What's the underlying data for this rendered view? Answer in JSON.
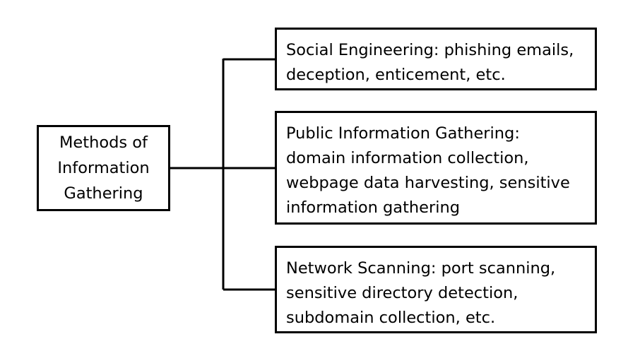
{
  "diagram": {
    "root": {
      "label_lines": [
        "Methods of",
        "Information",
        "Gathering"
      ]
    },
    "branches": [
      {
        "label_lines": [
          "Social Engineering: phishing emails,",
          "deception, enticement, etc."
        ]
      },
      {
        "label_lines": [
          "Public Information Gathering:",
          "domain information collection,",
          "webpage data harvesting, sensitive",
          "information gathering"
        ]
      },
      {
        "label_lines": [
          "Network Scanning: port scanning,",
          "sensitive directory detection,",
          "subdomain collection, etc."
        ]
      }
    ],
    "colors": {
      "border": "#000000",
      "background": "#ffffff",
      "text": "#000000"
    }
  }
}
